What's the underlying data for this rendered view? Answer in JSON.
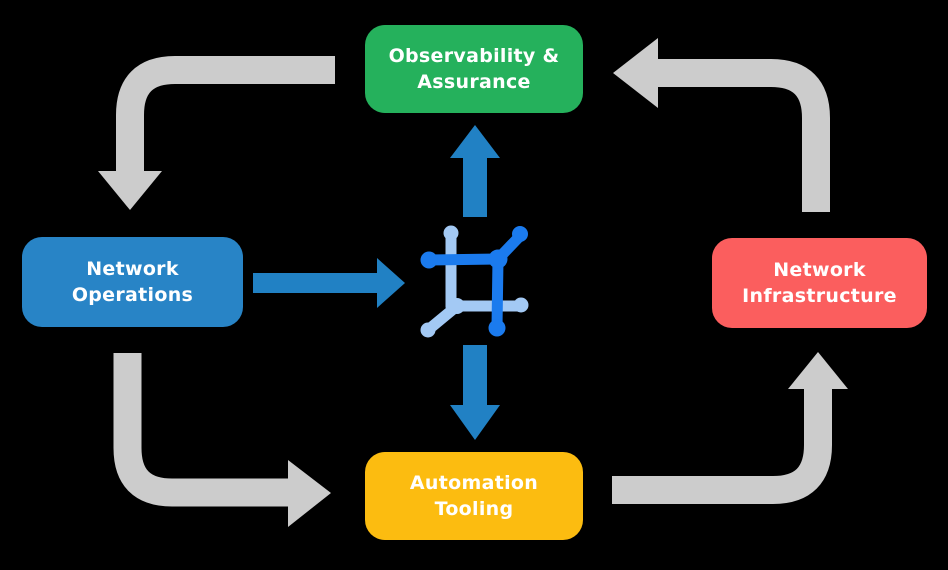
{
  "diagram": {
    "type": "cycle-flow-diagram",
    "background": "#000000",
    "nodes": {
      "observability": {
        "line1": "Observability &",
        "line2": "Assurance",
        "color": "#25b15c"
      },
      "operations": {
        "line1": "Network",
        "line2": "Operations",
        "color": "#2884c6"
      },
      "infrastructure": {
        "line1": "Network",
        "line2": "Infrastructure",
        "color": "#fb5e5e"
      },
      "automation": {
        "line1": "Automation",
        "line2": "Tooling",
        "color": "#fcbc10"
      }
    },
    "center_icon": {
      "name": "network-mesh-icon",
      "dark_blue": "#1b7bee",
      "light_blue": "#a3c9f4"
    },
    "edges": [
      {
        "from": "observability",
        "to": "operations",
        "style": "elbow",
        "color": "#cccccc"
      },
      {
        "from": "operations",
        "to": "automation",
        "style": "elbow",
        "color": "#cccccc"
      },
      {
        "from": "automation",
        "to": "infrastructure",
        "style": "elbow",
        "color": "#cccccc"
      },
      {
        "from": "infrastructure",
        "to": "observability",
        "style": "elbow",
        "color": "#cccccc"
      },
      {
        "from": "operations",
        "to": "center-icon",
        "style": "straight",
        "color": "#2181c4"
      },
      {
        "from": "center-icon",
        "to": "observability",
        "style": "straight",
        "color": "#2181c4"
      },
      {
        "from": "center-icon",
        "to": "automation",
        "style": "straight",
        "color": "#2181c4"
      }
    ]
  }
}
